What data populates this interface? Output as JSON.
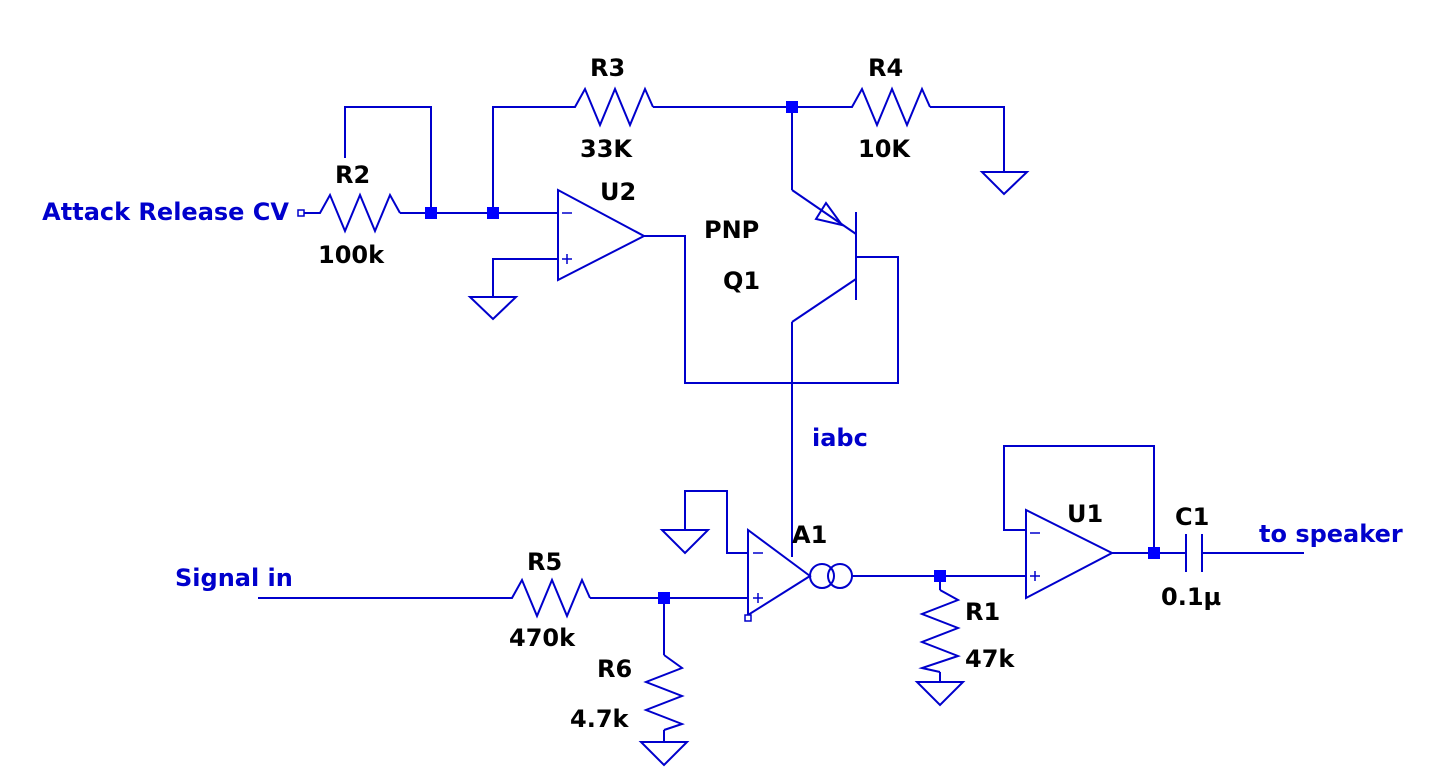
{
  "net_labels": {
    "attack_release": "Attack Release CV",
    "signal_in": "Signal in",
    "to_speaker": "to speaker",
    "iabc": "iabc"
  },
  "components": {
    "R1": {
      "name": "R1",
      "value": "47k"
    },
    "R2": {
      "name": "R2",
      "value": "100k"
    },
    "R3": {
      "name": "R3",
      "value": "33K"
    },
    "R4": {
      "name": "R4",
      "value": "10K"
    },
    "R5": {
      "name": "R5",
      "value": "470k"
    },
    "R6": {
      "name": "R6",
      "value": "4.7k"
    },
    "C1": {
      "name": "C1",
      "value": "0.1µ"
    },
    "Q1": {
      "name": "Q1",
      "model": "PNP"
    },
    "U1": {
      "name": "U1"
    },
    "U2": {
      "name": "U2"
    },
    "A1": {
      "name": "A1"
    }
  },
  "colors": {
    "wire": "#0000cc",
    "junction": "#0000ff",
    "component_label": "#000000",
    "net_label": "#0000cc"
  }
}
